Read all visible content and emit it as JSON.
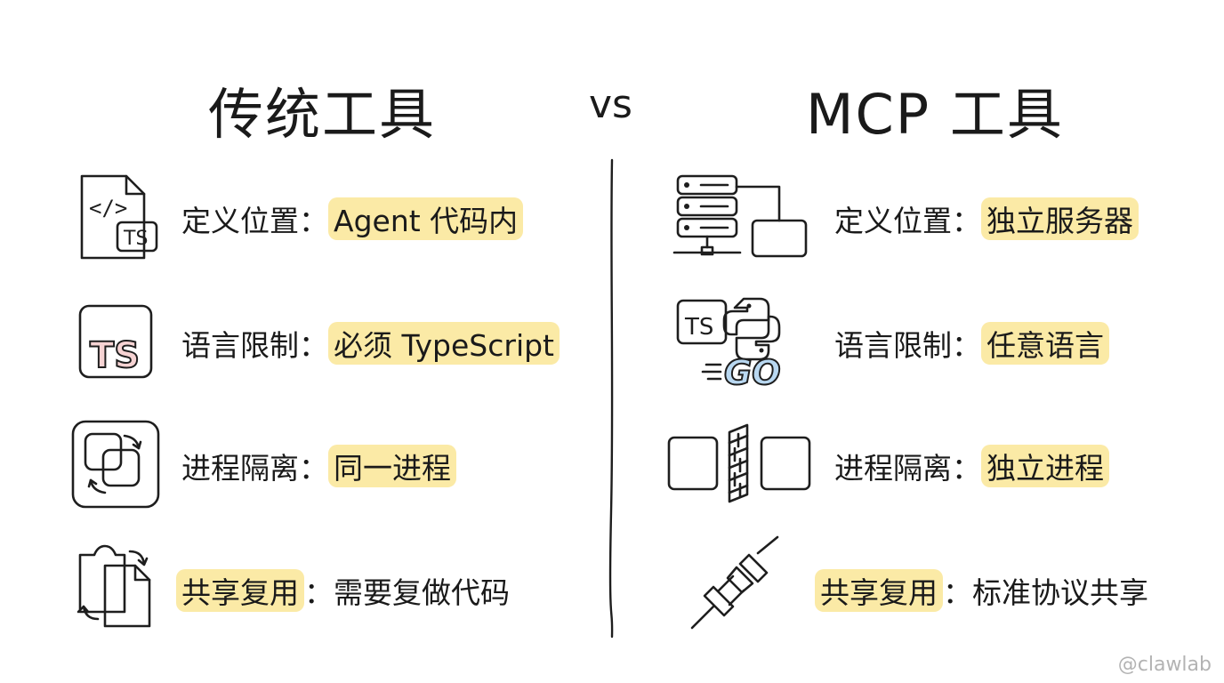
{
  "titles": {
    "left": "传统工具",
    "vs": "vs",
    "right": "MCP 工具"
  },
  "left_rows": [
    {
      "label": "定义位置",
      "sep": "：",
      "value": "Agent 代码内"
    },
    {
      "label": "语言限制",
      "sep": "：",
      "value": "必须 TypeScript"
    },
    {
      "label": "进程隔离",
      "sep": "：",
      "value": "同一进程"
    },
    {
      "label": "共享复用",
      "sep": "：",
      "value": "需要复做代码"
    }
  ],
  "right_rows": [
    {
      "label": "定义位置",
      "sep": "：",
      "value": "独立服务器"
    },
    {
      "label": "语言限制",
      "sep": "：",
      "value": "任意语言"
    },
    {
      "label": "进程隔离",
      "sep": "：",
      "value": "独立进程"
    },
    {
      "label": "共享复用",
      "sep": "：",
      "value": "标准协议共享"
    }
  ],
  "icons": {
    "code_file_text": "</>",
    "ts_badge": "TS",
    "go_text": "GO"
  },
  "icon_names": [
    "ts-code-file-icon",
    "typescript-icon",
    "same-process-icon",
    "copy-code-icon",
    "server-icon",
    "multi-language-icon",
    "firewall-icon",
    "plug-icon"
  ],
  "colors": {
    "pink": "#f6d3d3",
    "blue": "#b9d8f1",
    "highlight": "#fbeaa6",
    "stroke": "#1e1e1e"
  },
  "watermark": "@clawlab"
}
